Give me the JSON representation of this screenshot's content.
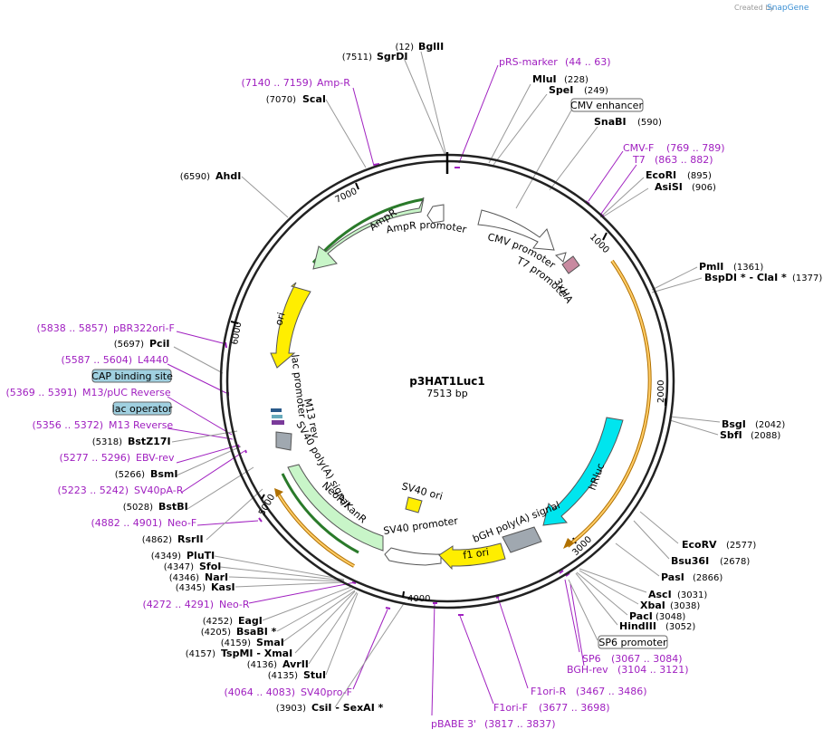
{
  "credit": {
    "prefix": "Created by",
    "brand": "SnapGene"
  },
  "plasmid": {
    "name": "p3HAT1Luc1",
    "length": "7513 bp"
  },
  "ticks": [
    "1000",
    "2000",
    "3000",
    "4000",
    "5000",
    "6000",
    "7000"
  ],
  "enzymes": [
    {
      "name": "BglII",
      "pos": "(12)"
    },
    {
      "name": "SgrDI",
      "pos": "(7511)"
    },
    {
      "name": "MluI",
      "pos": "(228)"
    },
    {
      "name": "SpeI",
      "pos": "(249)"
    },
    {
      "name": "SnaBI",
      "pos": "(590)"
    },
    {
      "name": "EcoRI",
      "pos": "(895)"
    },
    {
      "name": "AsiSI",
      "pos": "(906)"
    },
    {
      "name": "PmlI",
      "pos": "(1361)"
    },
    {
      "name": "BspDI * - ClaI *",
      "pos": "(1377)"
    },
    {
      "name": "BsgI",
      "pos": "(2042)"
    },
    {
      "name": "SbfI",
      "pos": "(2088)"
    },
    {
      "name": "EcoRV",
      "pos": "(2577)"
    },
    {
      "name": "Bsu36I",
      "pos": "(2678)"
    },
    {
      "name": "PasI",
      "pos": "(2866)"
    },
    {
      "name": "AscI",
      "pos": "(3031)"
    },
    {
      "name": "XbaI",
      "pos": "(3038)"
    },
    {
      "name": "PacI",
      "pos": "(3048)"
    },
    {
      "name": "HindIII",
      "pos": "(3052)"
    },
    {
      "name": "ScaI",
      "pos": "(7070)"
    },
    {
      "name": "AhdI",
      "pos": "(6590)"
    },
    {
      "name": "PciI",
      "pos": "(5697)"
    },
    {
      "name": "BstZ17I",
      "pos": "(5318)"
    },
    {
      "name": "BsmI",
      "pos": "(5266)"
    },
    {
      "name": "BstBI",
      "pos": "(5028)"
    },
    {
      "name": "RsrII",
      "pos": "(4862)"
    },
    {
      "name": "PluTI",
      "pos": "(4349)"
    },
    {
      "name": "SfoI",
      "pos": "(4347)"
    },
    {
      "name": "NarI",
      "pos": "(4346)"
    },
    {
      "name": "KasI",
      "pos": "(4345)"
    },
    {
      "name": "EagI",
      "pos": "(4252)"
    },
    {
      "name": "BsaBI *",
      "pos": "(4205)"
    },
    {
      "name": "SmaI",
      "pos": "(4159)"
    },
    {
      "name": "TspMI - XmaI",
      "pos": "(4157)"
    },
    {
      "name": "AvrII",
      "pos": "(4136)"
    },
    {
      "name": "StuI",
      "pos": "(4135)"
    },
    {
      "name": "CsiI - SexAI *",
      "pos": "(3903)"
    }
  ],
  "primers": [
    {
      "name": "pRS-marker",
      "range": "(44 .. 63)"
    },
    {
      "name": "Amp-R",
      "range": "(7140 .. 7159)"
    },
    {
      "name": "CMV-F",
      "range": "(769 .. 789)"
    },
    {
      "name": "T7",
      "range": "(863 .. 882)"
    },
    {
      "name": "pBR322ori-F",
      "range": "(5838 .. 5857)"
    },
    {
      "name": "L4440",
      "range": "(5587 .. 5604)"
    },
    {
      "name": "M13/pUC Reverse",
      "range": "(5369 .. 5391)"
    },
    {
      "name": "M13 Reverse",
      "range": "(5356 .. 5372)"
    },
    {
      "name": "EBV-rev",
      "range": "(5277 .. 5296)"
    },
    {
      "name": "SV40pA-R",
      "range": "(5223 .. 5242)"
    },
    {
      "name": "Neo-F",
      "range": "(4882 .. 4901)"
    },
    {
      "name": "Neo-R",
      "range": "(4272 .. 4291)"
    },
    {
      "name": "SV40pro-F",
      "range": "(4064 .. 4083)"
    },
    {
      "name": "pBABE 3'",
      "range": "(3817 .. 3837)"
    },
    {
      "name": "F1ori-F",
      "range": "(3677 .. 3698)"
    },
    {
      "name": "F1ori-R",
      "range": "(3467 .. 3486)"
    },
    {
      "name": "SP6",
      "range": "(3067 .. 3084)"
    },
    {
      "name": "BGH-rev",
      "range": "(3104 .. 3121)"
    }
  ],
  "boxed_features": [
    "CMV enhancer",
    "SP6 promoter",
    "CAP binding site",
    "lac operator"
  ],
  "features": [
    "AmpR",
    "AmpR promoter",
    "CMV promoter",
    "T7 promoter",
    "3xHA",
    "ori",
    "lac promoter",
    "M13 rev",
    "SV40 poly(A) signal",
    "NeoR/KanR",
    "SV40 promoter",
    "SV40 ori",
    "f1 ori",
    "bGH poly(A) signal",
    "hRluc"
  ],
  "colors": {
    "enzyme": "#000000",
    "primer": "#a020c0",
    "AmpR": "#c8f5c8",
    "ori": "#ffee00",
    "hRluc": "#00e5ee",
    "promoter": "#ffffff",
    "luc_arc": "#ff9900",
    "HA": "#c88aa0",
    "cap_box": "#a0d0e0"
  }
}
